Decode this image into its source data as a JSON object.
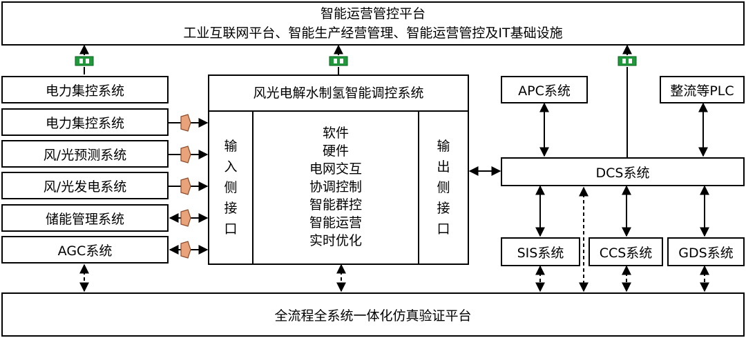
{
  "top_platform": {
    "title": "智能运营管控平台",
    "subtitle": "工业互联网平台、智能生产经营管理、智能运营管控及IT基础设施"
  },
  "left_systems": [
    "电力集控系统",
    "电力集控系统",
    "风/光预测系统",
    "风/光发电系统",
    "储能管理系统",
    "AGC系统"
  ],
  "center": {
    "title": "风光电解水制氢智能调控系统",
    "input_label": "输入侧接口",
    "output_label": "输出侧接口",
    "functions": [
      "软件",
      "硬件",
      "电网交互",
      "协调控制",
      "智能群控",
      "智能运营",
      "实时优化"
    ]
  },
  "right_systems": {
    "apc": "APC系统",
    "plc": "整流等PLC",
    "dcs": "DCS系统",
    "sis": "SIS系统",
    "ccs": "CCS系统",
    "gds": "GDS系统"
  },
  "bottom_platform": {
    "title": "全流程全系统一体化仿真验证平台"
  },
  "colors": {
    "connector_green": "#1f9a3a",
    "connector_orange": "#e8a37a",
    "line": "#000000"
  },
  "icons": [
    "network-connector-icon",
    "interface-plug-icon"
  ]
}
